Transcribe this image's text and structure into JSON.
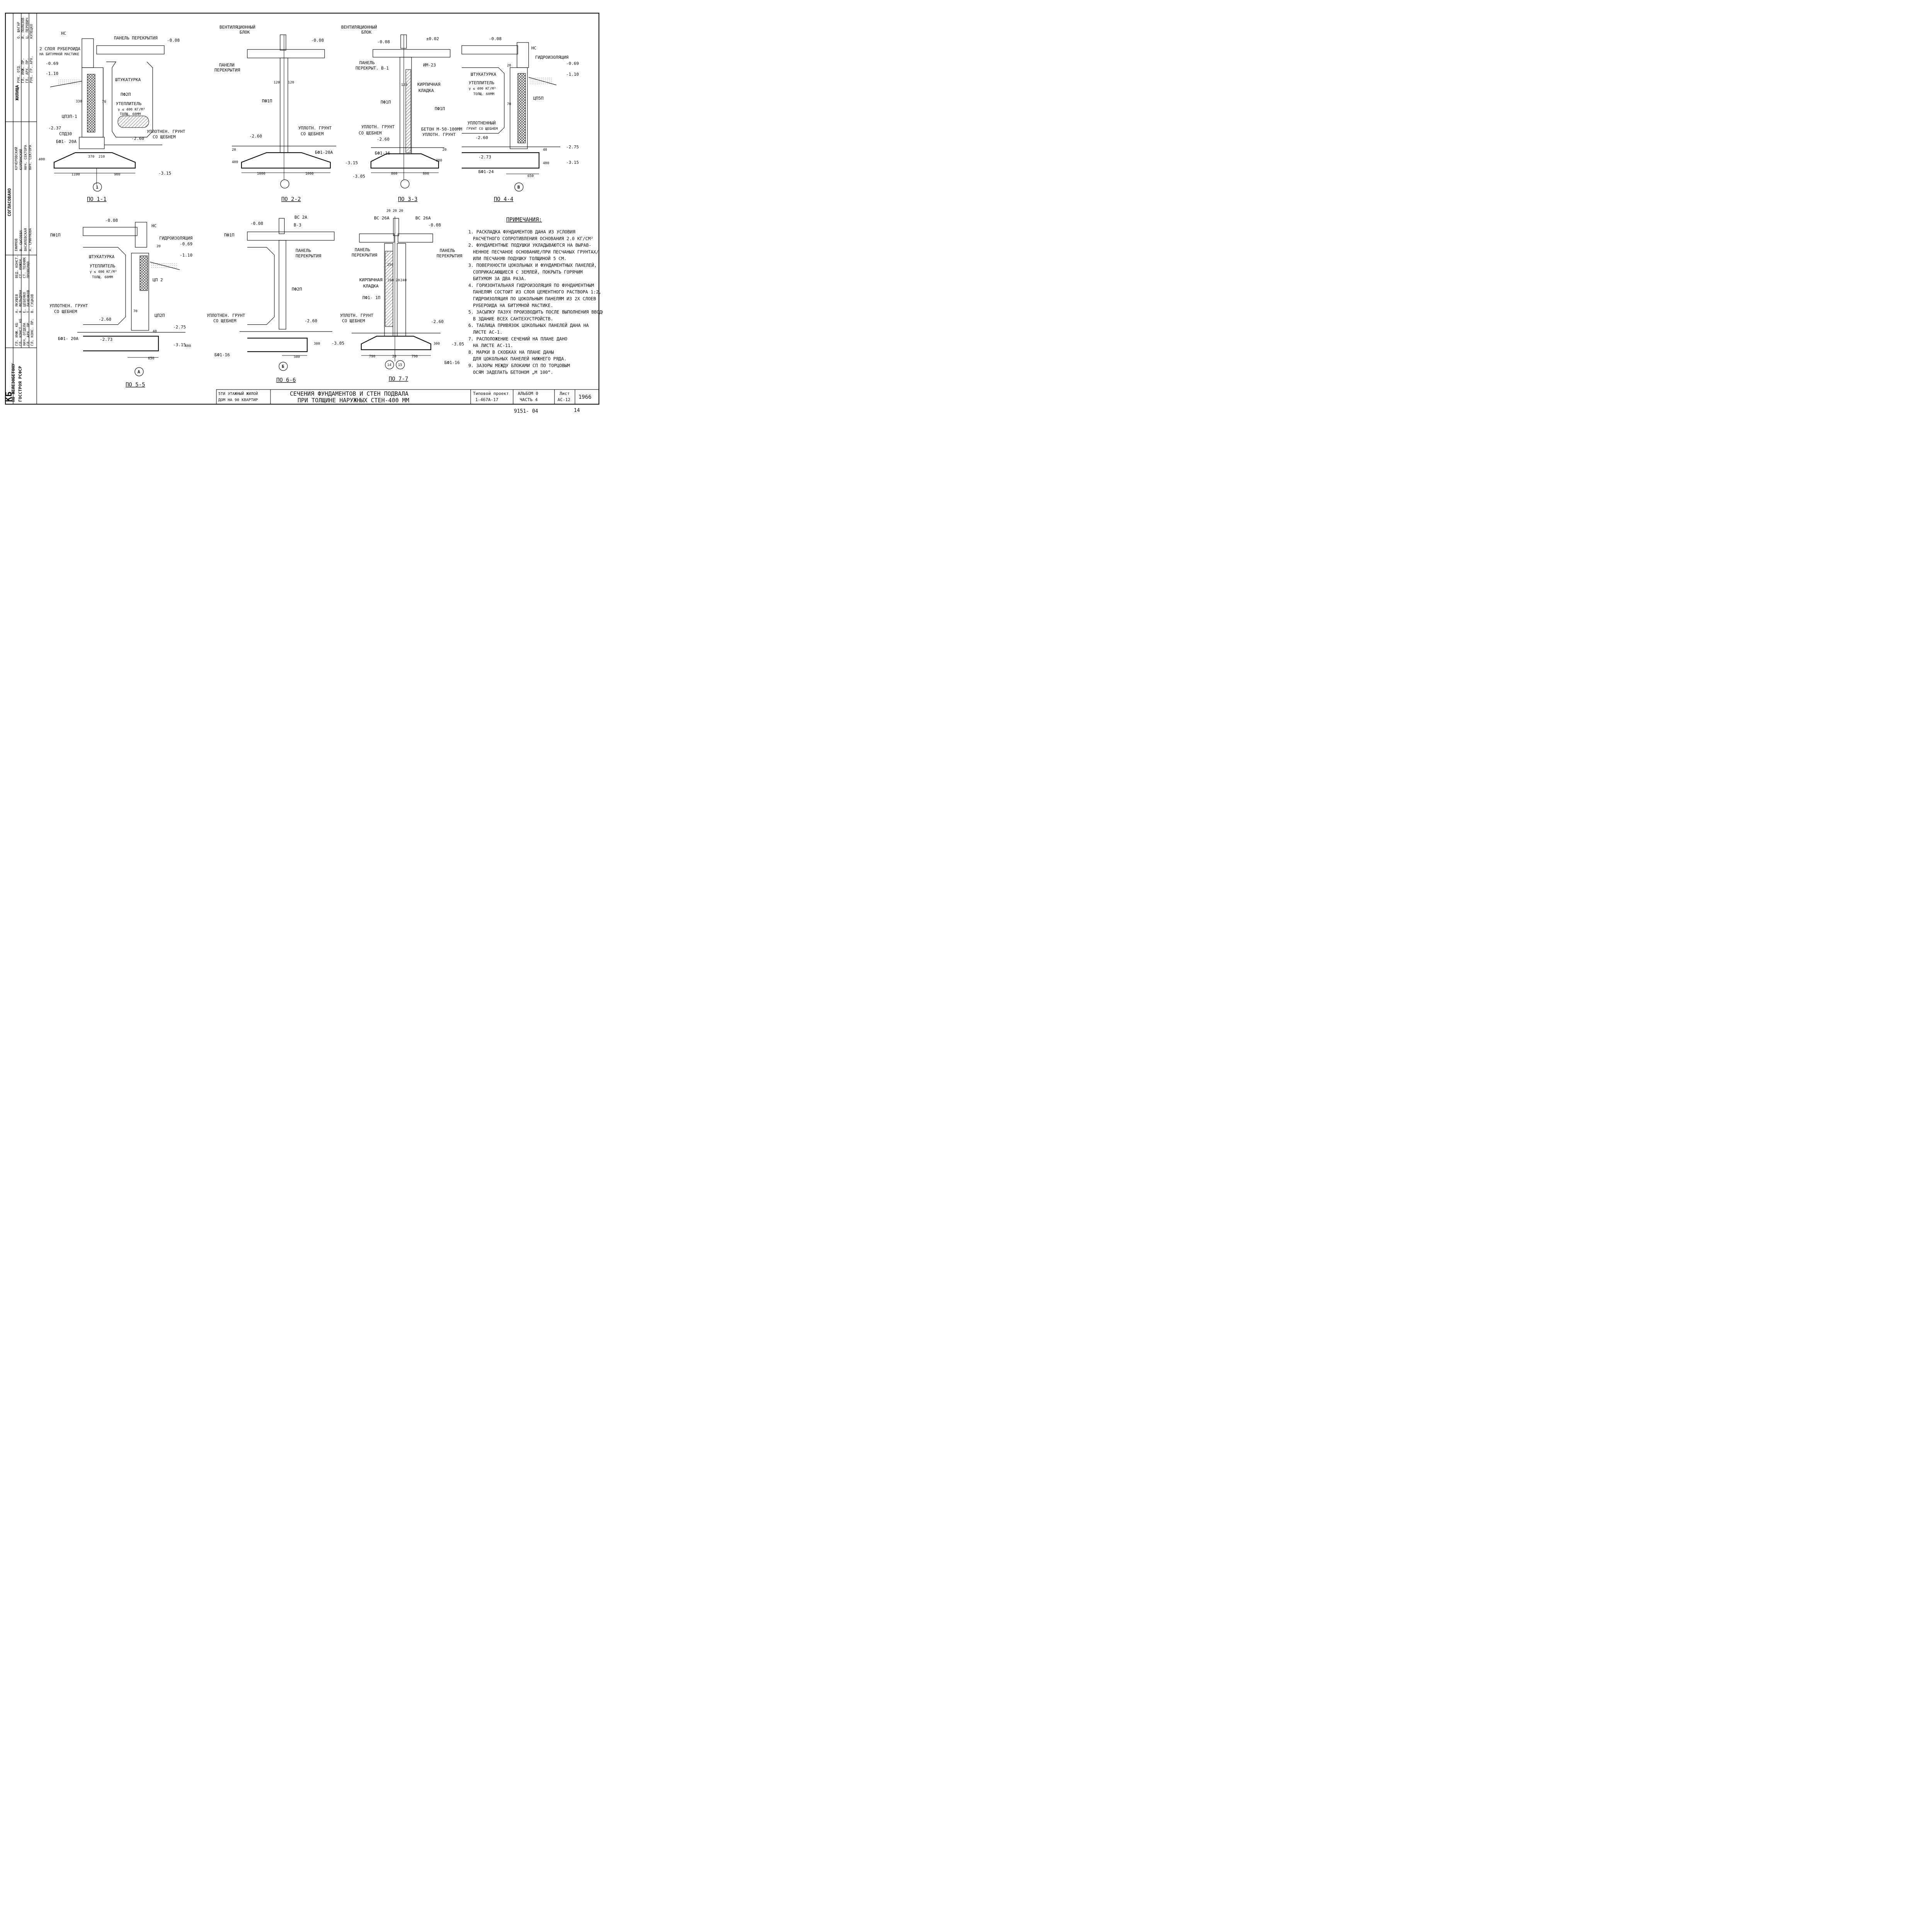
{
  "sheet": {
    "title_line1": "СЕЧЕНИЯ ФУНДАМЕНТОВ И СТЕН ПОДВАЛА",
    "title_line2": "ПРИ ТОЛЩИНЕ НАРУЖНЫХ СТЕН-400 ММ",
    "object_line1": "5ТИ ЭТАЖНЫЙ ЖИЛОЙ",
    "object_line2": "ДОМ НА 90 КВАРТИР",
    "project_line1": "Типовой проект",
    "project_line2": "1-467А-17",
    "album_line1": "АЛЬБОМ 0",
    "album_line2": "ЧАСТЬ 4",
    "sheet_line1": "Лист",
    "sheet_line2": "АС-12",
    "year": "1966",
    "archive_no": "9151- 04",
    "page_no": "14",
    "org_line1": "ПО ЖЕЛЕЗОБЕТОНУ",
    "org_line2": "ГОССТРОЯ РСФСР",
    "org_logo": "КБ",
    "stamp_left": "ЖИЛИЩА",
    "stamp_agreed": "СОГЛАСОВАНО",
    "left_table_top": [
      [
        "РУК. ОТД.",
        "О. ШАГАР"
      ],
      [
        "ГЛ. ИНЖ. ПР.",
        "И. ПОЛОЗОВ"
      ],
      [
        "ГЛ. АРХ. ПР.",
        "Ц. ПЕРОВИЧ"
      ],
      [
        "РУК. ГР. АРХ.",
        "КУПЕЦКО"
      ]
    ],
    "left_table_mid": [
      [
        "ЕФИМОВ",
        "КУЧЕРОВСКИЙ"
      ],
      [
        "В. СЫСОЕВА",
        "КАРПИНСКИЙ"
      ],
      [
        "ВАСИЛЕВСКАЯ",
        "НАЧ. СЕКТОРА"
      ],
      [
        "А. СМИРНОВА",
        "НАЧ. СЕКТОРА"
      ]
    ],
    "left_table_bot": [
      [
        "ГЛ. ИНЖ. КБ",
        "А. ЯКУШЕВ",
        "ВЕД. КОНСТ."
      ],
      [
        "ГЛ. КОНСТ. КБ",
        "Я. ФЕЛЬДМАН",
        "СТ. ИНЖЕН."
      ],
      [
        "НАЧ. ОТДЕЛА",
        "Е. ЦЕБЕНКО",
        "СТ. ТЕХНИК"
      ],
      [
        "ГЛ. АРХ. ПР.",
        "Т. ЛАЧЕНКОВ",
        "ПРОВЕРИЛ"
      ],
      [
        "ГЛ. КОНС. ПР.",
        "В. ГУЦКОВ",
        ""
      ]
    ]
  },
  "notes": {
    "title": "ПРИМЕЧАНИЯ:",
    "items": [
      "1. РАСКЛАДКА ФУНДАМЕНТОВ ДАНА ИЗ УСЛОВИЯ",
      "РАСЧЕТНОГО СОПРОТИВЛЕНИЯ ОСНОВАНИЯ 2.0 КГ/СМ²",
      "2. ФУНДАМЕНТНЫЕ ПОДУШКИ УКЛАДЫВАЮТСЯ НА ВЫРАВ-",
      "НЕННОЕ ПЕСЧАНОЕ ОСНОВАНИЕ/ПРИ ПЕСЧАНЫХ ГРУНТАХ/",
      "ИЛИ ПЕСЧАНУЮ ПОДУШКУ ТОЛЩИНОЙ 5 СМ.",
      "3. ПОВЕРХНОСТИ ЦОКОЛЬНЫХ И ФУНДАМЕНТНЫХ ПАНЕЛЕЙ,",
      "СОПРИКАСАЮЩИЕСЯ С ЗЕМЛЕЙ, ПОКРЫТЬ ГОРЯЧИМ",
      "БИТУМОМ ЗА ДВА РАЗА.",
      "4. ГОРИЗОНТАЛЬНАЯ ГИДРОИЗОЛЯЦИЯ ПО ФУНДАМЕНТНЫМ",
      "ПАНЕЛЯМ СОСТОИТ ИЗ СЛОЯ ЦЕМЕНТНОГО РАСТВОРА 1:2,",
      "ГИДРОИЗОЛЯЦИЯ ПО ЦОКОЛЬНЫМ ПАНЕЛЯМ ИЗ 2Х СЛОЕВ",
      "РУБЕРОИДА НА БИТУМНОЙ МАСТИКЕ.",
      "5. ЗАСЫПКУ ПАЗУХ ПРОИЗВОДИТЬ ПОСЛЕ ВЫПОЛНЕНИЯ ВВОДОВ",
      "В ЗДАНИЕ ВСЕХ САНТЕХУСТРОЙСТВ.",
      "6. ТАБЛИЦА ПРИВЯЗОК ЦОКОЛЬНЫХ ПАНЕЛЕЙ ДАНА НА",
      "ЛИСТЕ АС-1.",
      "7. РАСПОЛОЖЕНИЕ СЕЧЕНИЙ НА ПЛАНЕ ДАНО",
      "НА ЛИСТЕ АС-11.",
      "8. МАРКИ В СКОБКАХ НА ПЛАНЕ ДАНЫ",
      "ДЛЯ ЦОКОЛЬНЫХ ПАНЕЛЕЙ НИЖНЕГО РЯДА.",
      "9. ЗАЗОРЫ МЕЖДУ БЛОКАМИ СП ПО ТОРЦОВЫМ",
      "ОСЯМ ЗАДЕЛАТЬ БЕТОНОМ „М 100“."
    ]
  },
  "sections": {
    "s1": {
      "caption": "ПО 1-1",
      "axis": "1",
      "labels": {
        "nc": "НС",
        "panel": "ПАНЕЛЬ ПЕРЕКРЫТИЯ",
        "lvl_top": "-0.08",
        "ruberoid1": "2 СЛОЯ РУБЕРОИДА",
        "ruberoid2": "НА БИТУМНОЙ МАСТИКЕ",
        "lvl1": "-0.69",
        "lvl2": "-1.10",
        "plaster": "ШТУКАТУРКА",
        "pf2p": "ПФ2П",
        "insul": "УТЕПЛИТЕЛЬ",
        "gamma": "γ ≤ 400 КГ/М³",
        "thick": "ТОЛЩ. 60ММ",
        "d330": "330",
        "d70": "70",
        "d20": "20",
        "csp": "ЦП3П-1",
        "lvl3": "-2.37",
        "spd": "СПД30",
        "d40": "40",
        "d300": "300",
        "d400": "400",
        "bf": "БФ1- 20А",
        "d370": "370",
        "d210": "210",
        "soil1": "УПЛОТНЕН. ГРУНТ",
        "soil2": "СО ЩЕБНЕМ",
        "lvl4": "-2.60",
        "lvl5": "-3.15",
        "d1100": "1100",
        "d900": "900"
      }
    },
    "s2": {
      "caption": "ПО 2-2",
      "labels": {
        "vent1": "ВЕНТИЛЯЦИОННЫЙ",
        "vent2": "БЛОК",
        "lvl_top": "-0.08",
        "panels1": "ПАНЕЛИ",
        "panels2": "ПЕРЕКРЫТИЯ",
        "d120a": "120",
        "d120b": "120",
        "pf1p": "ПФ1П",
        "soil1": "УПЛОТН. ГРУНТ",
        "soil2": "СО ЩЕБНЕМ",
        "lvl1": "-2.60",
        "d20": "20",
        "d400": "400",
        "bf": "БФ1-20А",
        "lvl2": "-3.15",
        "d1000a": "1000",
        "d1000b": "1000"
      }
    },
    "s3": {
      "caption": "ПО 3-3",
      "labels": {
        "vent1": "ВЕНТИЛЯЦИОННЫЙ",
        "vent2": "БЛОК",
        "lvl_top": "±0.02",
        "lvl1": "-0.08",
        "panel1": "ПАНЕЛЬ",
        "panel2": "ПЕРЕКРЫТ. В-1",
        "im": "ИМ-23",
        "d120": "120",
        "brick1": "КИРПИЧНАЯ",
        "brick2": "КЛАДКА",
        "pf1p": "ПФ1П",
        "soil1": "УПЛОТН. ГРУНТ",
        "soil2": "СО ЩЕБНЕМ",
        "lvl2": "-2.60",
        "beton1": "БЕТОН М-50-100ММ",
        "beton2": "УПЛОТН. ГРУНТ",
        "d20": "20",
        "d300": "300",
        "bf": "БФ1-16",
        "lvl3": "-3.05",
        "d800a": "800",
        "d800b": "800"
      }
    },
    "s4": {
      "caption": "ПО 4-4",
      "axis": "В",
      "labels": {
        "lvl_top": "-0.08",
        "nc": "НС",
        "hydro": "ГИДРОИЗОЛЯЦИЯ",
        "lvl1": "-0.69",
        "lvl2": "-1.10",
        "d20": "20",
        "plaster": "ШТУКАТУРКА",
        "insul": "УТЕПЛИТЕЛЬ",
        "gamma": "γ ≤ 400 КГ/М³",
        "thick": "ТОЛЩ. 60ММ",
        "csp": "ЦП5П",
        "pf1p": "ПФ1П",
        "d70": "70",
        "soil1": "УПЛОТНЕННЫЙ",
        "soil2": "ГРУНТ СО ЩЕБНЕМ",
        "lvl3": "-2.60",
        "lvl4": "-2.75",
        "lvl5": "-2.73",
        "d40": "40",
        "d400": "400",
        "lvl6": "-3.15",
        "bf": "БФ1-24",
        "d650": "650"
      }
    },
    "s5": {
      "caption": "ПО 5-5",
      "axis": "А",
      "labels": {
        "lvl_top": "-0.08",
        "nc": "НС",
        "pf1p": "ПФ1П",
        "hydro": "ГИДРОИЗОЛЯЦИЯ",
        "lvl1": "-0.69",
        "lvl2": "-1.10",
        "d20": "20",
        "plaster": "ШТУКАТУРКА",
        "insul": "УТЕПЛИТЕЛЬ",
        "gamma": "γ ≤ 400 КГ/М³",
        "thick": "ТОЛЩ. 60ММ",
        "csp": "ЦП 2",
        "soil1": "УПЛОТНЕН. ГРУНТ",
        "soil2": "СО ЩЕБНЕМ",
        "d70": "70",
        "lvl3": "-2.60",
        "csp2": "ЦП2П",
        "lvl4": "-2.75",
        "lvl5": "-2.73",
        "d40": "40",
        "bf": "БФ1- 20А",
        "lvl6": "-3.15",
        "d400": "400",
        "d650": "650"
      }
    },
    "s6": {
      "caption": "ПО 6-6",
      "axis": "Б",
      "labels": {
        "lvl_top": "-0.08",
        "vc": "ВС 2А",
        "v3": "В-3",
        "pf1p": "ПФ1П",
        "panel1": "ПАНЕЛЬ",
        "panel2": "ПЕРЕКРЫТИЯ",
        "pf2p": "ПФ2П",
        "soil1": "УПЛОТНЕН. ГРУНТ",
        "soil2": "СО ЩЕБНЕМ",
        "lvl1": "-2.60",
        "d300": "300",
        "lvl2": "-3.05",
        "bf": "БФ1-16",
        "d580": "580"
      }
    },
    "s7": {
      "caption": "ПО 7-7",
      "axis_a": "14",
      "axis_b": "15",
      "labels": {
        "dims_top": "20 20 20",
        "vcl": "ВС 26А",
        "vcr": "ВС 26А",
        "lvl_top": "-0.08",
        "panel1": "ПАНЕЛЬ",
        "panel2": "ПЕРЕКРЫТИЯ",
        "panelr1": "ПАНЕЛЬ",
        "panelr2": "ПЕРЕКРЫТИЯ",
        "d250": "250",
        "brick1": "КИРПИЧНАЯ",
        "brick2": "КЛАДКА",
        "d240a": "240",
        "d240b": "240",
        "d20": "20",
        "pf": "ПФ1- 1П",
        "soil1": "УПЛОТН. ГРУНТ",
        "soil2": "СО ЩЕБНЕМ",
        "lvl1": "-2.60",
        "d300": "300",
        "lvl2": "-3.05",
        "bf": "БФ1-16",
        "d790a": "790",
        "d20b": "20",
        "d790b": "790"
      }
    }
  }
}
